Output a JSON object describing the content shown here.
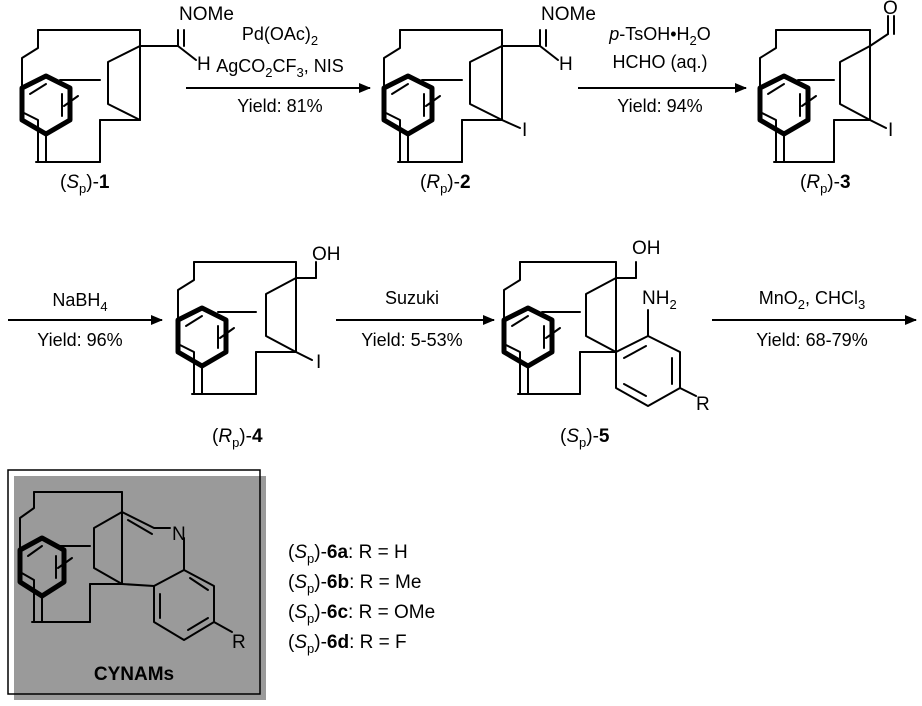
{
  "compounds": {
    "c1": {
      "prefix": "(",
      "s": "S",
      "p": "p",
      "mid": ")-",
      "num": "1"
    },
    "c2": {
      "prefix": "(",
      "s": "R",
      "p": "p",
      "mid": ")-",
      "num": "2"
    },
    "c3": {
      "prefix": "(",
      "s": "R",
      "p": "p",
      "mid": ")-",
      "num": "3"
    },
    "c4": {
      "prefix": "(",
      "s": "R",
      "p": "p",
      "mid": ")-",
      "num": "4"
    },
    "c5": {
      "prefix": "(",
      "s": "S",
      "p": "p",
      "mid": ")-",
      "num": "5"
    }
  },
  "atoms": {
    "nome": "NOMe",
    "h": "H",
    "i": "I",
    "o": "O",
    "oh": "OH",
    "nh": "NH",
    "nh_sub": "2",
    "r": "R",
    "n": "N"
  },
  "steps": {
    "s1": {
      "line1a": "Pd(OAc)",
      "line1b": "2",
      "line2a": "AgCO",
      "line2b": "2",
      "line2c": "CF",
      "line2d": "3",
      "line2e": ", NIS",
      "yield": "Yield: 81%"
    },
    "s2": {
      "line1a": "p",
      "line1b": "-TsOH•H",
      "line1c": "2",
      "line1d": "O",
      "line2": "HCHO (aq.)",
      "yield": "Yield: 94%"
    },
    "s3": {
      "line1a": "NaBH",
      "line1b": "4",
      "yield": "Yield: 96%"
    },
    "s4": {
      "line1": "Suzuki",
      "yield": "Yield: 5-53%"
    },
    "s5": {
      "line1a": "MnO",
      "line1b": "2",
      "line1c": ", CHCl",
      "line1d": "3",
      "yield": "Yield: 68-79%"
    }
  },
  "products": {
    "title": "CYNAMs",
    "items": [
      {
        "s": "S",
        "p": "p",
        "num": "6a",
        "rest": ": R = H"
      },
      {
        "s": "S",
        "p": "p",
        "num": "6b",
        "rest": ": R = Me"
      },
      {
        "s": "S",
        "p": "p",
        "num": "6c",
        "rest": ": R = OMe"
      },
      {
        "s": "S",
        "p": "p",
        "num": "6d",
        "rest": ": R = F"
      }
    ]
  }
}
